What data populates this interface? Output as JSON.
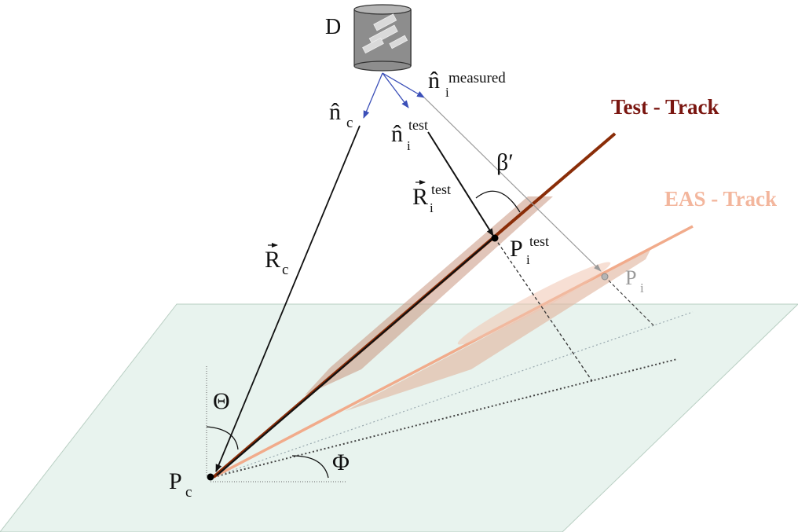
{
  "labels": {
    "detector": "D",
    "n_c": "n̂",
    "n_c_sub": "c",
    "n_measured": "n̂",
    "n_measured_sub": "i",
    "n_measured_sup": "measured",
    "n_test": "n̂",
    "n_test_sub": "i",
    "n_test_sup": "test",
    "beta": "β′",
    "r_test": "R",
    "r_test_sub": "i",
    "r_test_sup": "test",
    "r_c": "R",
    "r_c_sub": "c",
    "p_test": "P",
    "p_test_sub": "i",
    "p_test_sup": "test",
    "p_i": "P",
    "p_i_sub": "i",
    "p_c": "P",
    "p_c_sub": "c",
    "theta": "Θ",
    "phi": "Φ"
  },
  "tracks": {
    "test_title": "Test - Track",
    "eas_title": "EAS - Track"
  },
  "colors": {
    "plane_fill": "#e8f3ee",
    "plane_stroke": "#b9cfc3",
    "test_track": "#8a2d08",
    "test_band": "#c9957f",
    "eas_track": "#f1ab8b",
    "eas_band": "#e2b8a3",
    "test_title": "#7a1610",
    "eas_title": "#f3b69d",
    "blue_ray": "#3b4fb8",
    "gray_ray": "#9a9a9a",
    "ink": "#111111"
  }
}
